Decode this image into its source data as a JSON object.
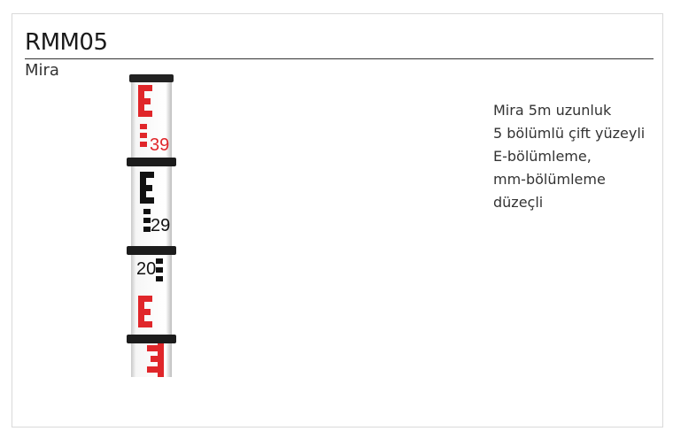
{
  "product": {
    "code": "RMM05",
    "category": "Mira",
    "description_lines": [
      "Mira 5m uzunluk",
      "5 bölümlü çift yüzeyli",
      "E-bölümleme,",
      "mm-bölümleme",
      "düzeçli"
    ],
    "image_icon": "leveling-staff",
    "staff_numbers": [
      "39",
      "29",
      "20"
    ],
    "colors": {
      "red": "#e0262a",
      "black": "#111111",
      "body": "#f4f4f4"
    }
  }
}
